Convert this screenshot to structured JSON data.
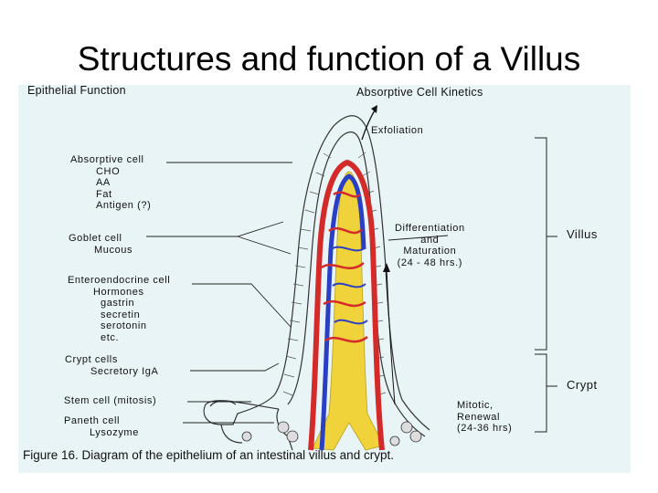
{
  "slide": {
    "title": "Structures and function of a Villus"
  },
  "figure": {
    "header_left": "Epithelial  Function",
    "header_right": "Absorptive  Cell  Kinetics",
    "absorptive": {
      "title": "Absorptive  cell",
      "items": [
        "CHO",
        "AA",
        "Fat",
        "Antigen (?)"
      ]
    },
    "goblet": {
      "title": "Goblet  cell",
      "items": [
        "Mucous"
      ]
    },
    "enteroendocrine": {
      "title": "Enteroendocrine  cell",
      "sub": "Hormones",
      "items": [
        "gastrin",
        "secretin",
        "serotonin",
        "etc."
      ]
    },
    "crypt_cells": {
      "title": "Crypt  cells",
      "items": [
        "Secretory  IgA"
      ]
    },
    "stem_cell": "Stem  cell  (mitosis)",
    "paneth": {
      "title": "Paneth  cell",
      "items": [
        "Lysozyme"
      ]
    },
    "exfoliation": "Exfoliation",
    "differentiation": [
      "Differentiation",
      "and",
      "Maturation",
      "(24 - 48  hrs.)"
    ],
    "mitotic": [
      "Mitotic,",
      "Renewal",
      "(24-36  hrs)"
    ],
    "villus_label": "Villus",
    "crypt_label": "Crypt",
    "caption": "Figure 16.  Diagram of the epithelium of an intestinal villus and crypt.",
    "colors": {
      "artery": "#d42a2a",
      "vein": "#2a3fc4",
      "lacteal": "#f0d23a",
      "background": "#e9f4f7"
    }
  }
}
